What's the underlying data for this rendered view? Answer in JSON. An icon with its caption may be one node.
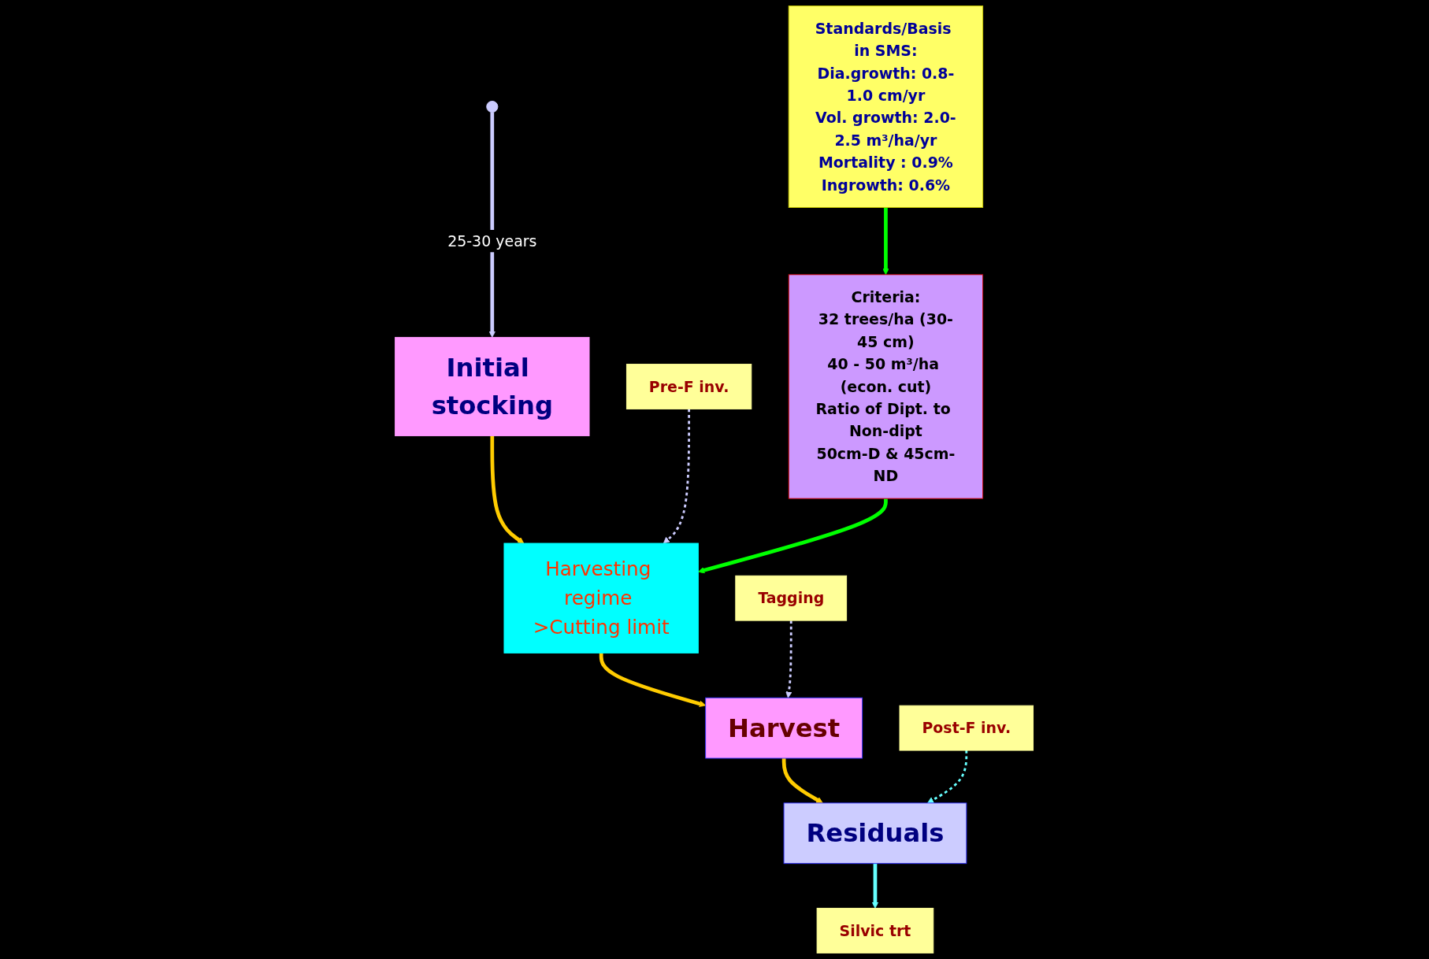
{
  "diagram": {
    "nodes": [
      {
        "text": [
          "Initial stocking"
        ]
      },
      {
        "text": [
          "Pre-F inv."
        ]
      },
      {
        "text": [
          "Harvesting regime >Cutting limit"
        ]
      },
      {
        "text": [
          "Criteria:",
          "32 trees/ha (30-45 cm)",
          "40 - 50 m³/ha (econ. cut)",
          "Ratio of Dipt. to Non-dipt",
          "50cm-D & 45cm-ND"
        ]
      },
      {
        "text": [
          "Tagging"
        ]
      },
      {
        "text": [
          "Harvest"
        ]
      },
      {
        "text": [
          "Post-F inv."
        ]
      },
      {
        "text": [
          "Standards/Basis in SMS:",
          "Dia.growth: 0.8-1.0 cm/yr",
          "Vol. growth: 2.0-2.5 m³/ha/yr",
          "Mortality : 0.9%",
          "Ingrowth: 0.6%"
        ]
      },
      {
        "text": [
          "Residuals"
        ]
      },
      {
        "text": [
          "Silvic trt"
        ]
      },
      {
        "text": [],
        "shape": "circle"
      }
    ],
    "edges": [
      {
        "from": 0,
        "to": 2,
        "arrow": "to",
        "color": "#ffcc00"
      },
      {
        "from": 1,
        "to": 2,
        "arrow": "to",
        "style": "dashed",
        "color": "#ccccff"
      },
      {
        "from": 3,
        "to": 2,
        "arrow": "to",
        "color": "#00ff00"
      },
      {
        "from": 7,
        "to": 3,
        "arrow": "to",
        "color": "#00ff00"
      },
      {
        "from": 2,
        "to": 5,
        "arrow": "to",
        "color": "#ffcc00"
      },
      {
        "from": 4,
        "to": 5,
        "arrow": "to",
        "style": "dashed",
        "color": "#ccccff"
      },
      {
        "from": 5,
        "to": 8,
        "arrow": "to",
        "color": "#ffcc00"
      },
      {
        "from": 6,
        "to": 8,
        "arrow": "to",
        "style": "dashed",
        "color": "#66ffff"
      },
      {
        "from": 8,
        "to": 9,
        "arrow": "to",
        "color": "#66ffff"
      },
      {
        "from": 10,
        "to": 0,
        "arrow": "to",
        "label": "25-30 years",
        "color": "#ccccff"
      }
    ]
  }
}
